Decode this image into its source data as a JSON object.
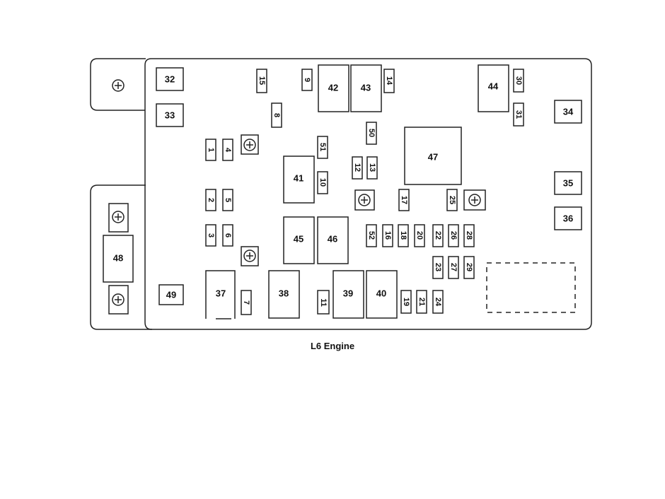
{
  "caption": "L6 Engine",
  "colors": {
    "line": "#222222",
    "background": "#ffffff"
  },
  "icons": {
    "mount": "mounting-bolt-icon"
  },
  "labels": {
    "c1": "1",
    "c2": "2",
    "c3": "3",
    "c4": "4",
    "c5": "5",
    "c6": "6",
    "c7": "7",
    "c8": "8",
    "c9": "9",
    "c10": "10",
    "c11": "11",
    "c12": "12",
    "c13": "13",
    "c14": "14",
    "c15": "15",
    "c16": "16",
    "c17": "17",
    "c18": "18",
    "c19": "19",
    "c20": "20",
    "c21": "21",
    "c22": "22",
    "c23": "23",
    "c24": "24",
    "c25": "25",
    "c26": "26",
    "c27": "27",
    "c28": "28",
    "c29": "29",
    "c30": "30",
    "c31": "31",
    "c32": "32",
    "c33": "33",
    "c34": "34",
    "c35": "35",
    "c36": "36",
    "c37": "37",
    "c38": "38",
    "c39": "39",
    "c40": "40",
    "c41": "41",
    "c42": "42",
    "c43": "43",
    "c44": "44",
    "c45": "45",
    "c46": "46",
    "c47": "47",
    "c48": "48",
    "c49": "49",
    "c50": "50",
    "c51": "51",
    "c52": "52"
  }
}
